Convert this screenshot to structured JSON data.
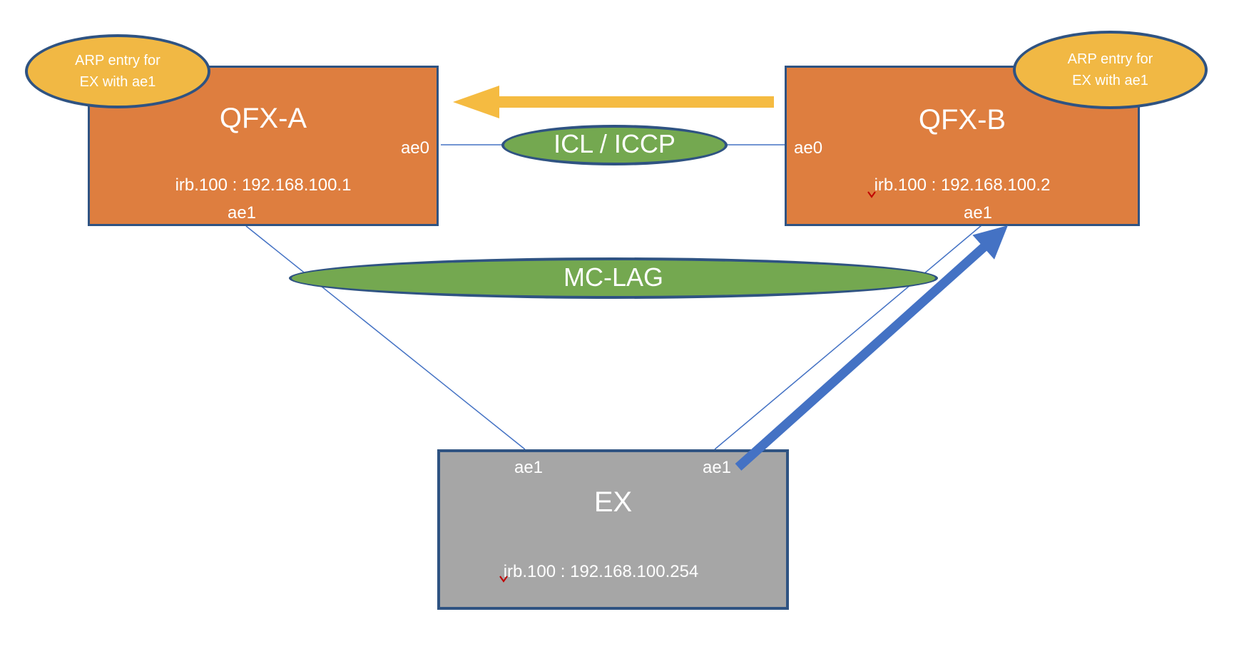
{
  "diagram": {
    "nodes": {
      "qfx_a": {
        "title": "QFX-A",
        "irb": "irb.100 : 192.168.100.1",
        "port_ae0": "ae0",
        "port_ae1": "ae1"
      },
      "qfx_b": {
        "title": "QFX-B",
        "irb": "irb.100 : 192.168.100.2",
        "port_ae0": "ae0",
        "port_ae1": "ae1"
      },
      "ex": {
        "title": "EX",
        "irb": "irb.100 : 192.168.100.254",
        "port_ae1_left": "ae1",
        "port_ae1_right": "ae1"
      }
    },
    "callouts": {
      "arp_left": {
        "line1": "ARP entry for",
        "line2": "EX with ae1"
      },
      "arp_right": {
        "line1": "ARP entry for",
        "line2": "EX with ae1"
      }
    },
    "links": {
      "icl": {
        "label": "ICL / ICCP"
      },
      "mclag": {
        "label": "MC-LAG"
      }
    },
    "colors": {
      "node_orange": "#DE7E3F",
      "node_gray": "#A6A6A6",
      "ellipse_green": "#74A850",
      "ellipse_gold": "#F1B844",
      "border_navy": "#2F5382",
      "connector_blue": "#4472C4",
      "arrow_blue": "#4472C4",
      "arrow_gold": "#F5BB41",
      "text_white": "#FFFFFF",
      "squiggle_red": "#C00000"
    }
  }
}
